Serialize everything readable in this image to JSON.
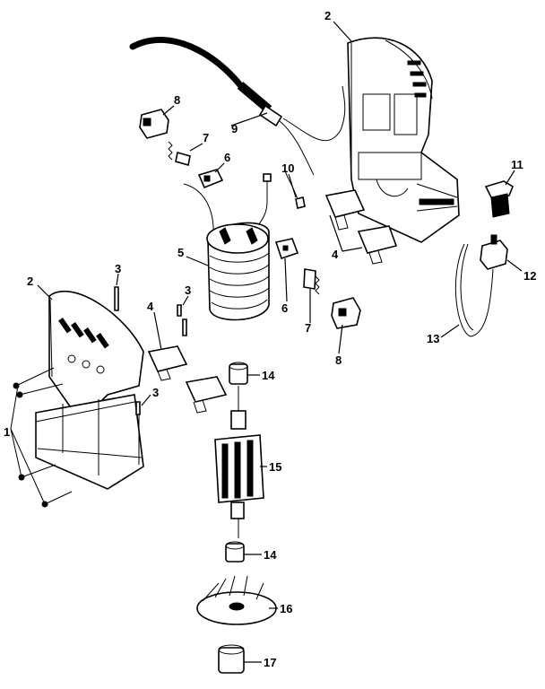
{
  "callouts": [
    {
      "id": "c2a",
      "text": "2"
    },
    {
      "id": "c8a",
      "text": "8"
    },
    {
      "id": "c7a",
      "text": "7"
    },
    {
      "id": "c9",
      "text": "9"
    },
    {
      "id": "c6a",
      "text": "6"
    },
    {
      "id": "c10",
      "text": "10"
    },
    {
      "id": "c11",
      "text": "11"
    },
    {
      "id": "c5",
      "text": "5"
    },
    {
      "id": "c4a",
      "text": "4"
    },
    {
      "id": "c12",
      "text": "12"
    },
    {
      "id": "c3a",
      "text": "3"
    },
    {
      "id": "c2b",
      "text": "2"
    },
    {
      "id": "c3b",
      "text": "3"
    },
    {
      "id": "c6b",
      "text": "6"
    },
    {
      "id": "c7b",
      "text": "7"
    },
    {
      "id": "c13",
      "text": "13"
    },
    {
      "id": "c4b",
      "text": "4"
    },
    {
      "id": "c8b",
      "text": "8"
    },
    {
      "id": "c14a",
      "text": "14"
    },
    {
      "id": "c3c",
      "text": "3"
    },
    {
      "id": "c1",
      "text": "1"
    },
    {
      "id": "c15",
      "text": "15"
    },
    {
      "id": "c14b",
      "text": "14"
    },
    {
      "id": "c16",
      "text": "16"
    },
    {
      "id": "c17",
      "text": "17"
    }
  ]
}
